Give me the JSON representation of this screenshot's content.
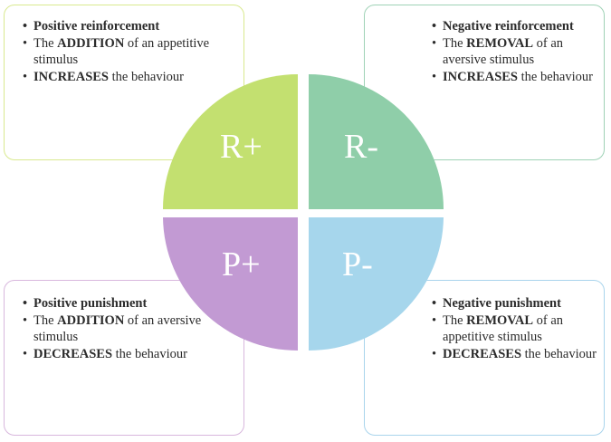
{
  "quadrants": {
    "positive_reinforcement": {
      "symbol": "R+",
      "color": "#c3e070",
      "border": "#d9e98f",
      "title": "Positive reinforcement",
      "line2_prefix": "The ",
      "line2_key": "ADDITION",
      "line2_suffix": " of an appetitive stimulus",
      "line3_key": "INCREASES",
      "line3_suffix": " the behaviour"
    },
    "negative_reinforcement": {
      "symbol": "R-",
      "color": "#8fcea9",
      "border": "#9fd2b6",
      "title": "Negative reinforcement",
      "line2_prefix": "The ",
      "line2_key": "REMOVAL",
      "line2_suffix": " of an aversive stimulus",
      "line3_key": "INCREASES",
      "line3_suffix": " the behaviour"
    },
    "positive_punishment": {
      "symbol": "P+",
      "color": "#c29ad3",
      "border": "#d8b7dd",
      "title": "Positive punishment",
      "line2_prefix": "The ",
      "line2_key": "ADDITION",
      "line2_suffix": " of an aversive stimulus",
      "line3_key": "DECREASES",
      "line3_suffix": " the behaviour"
    },
    "negative_punishment": {
      "symbol": "P-",
      "color": "#a6d6ec",
      "border": "#a9d4ec",
      "title": "Negative punishment",
      "line2_prefix": "The ",
      "line2_key": "REMOVAL",
      "line2_suffix": " of an appetitive stimulus",
      "line3_key": "DECREASES",
      "line3_suffix": " the behaviour"
    }
  }
}
